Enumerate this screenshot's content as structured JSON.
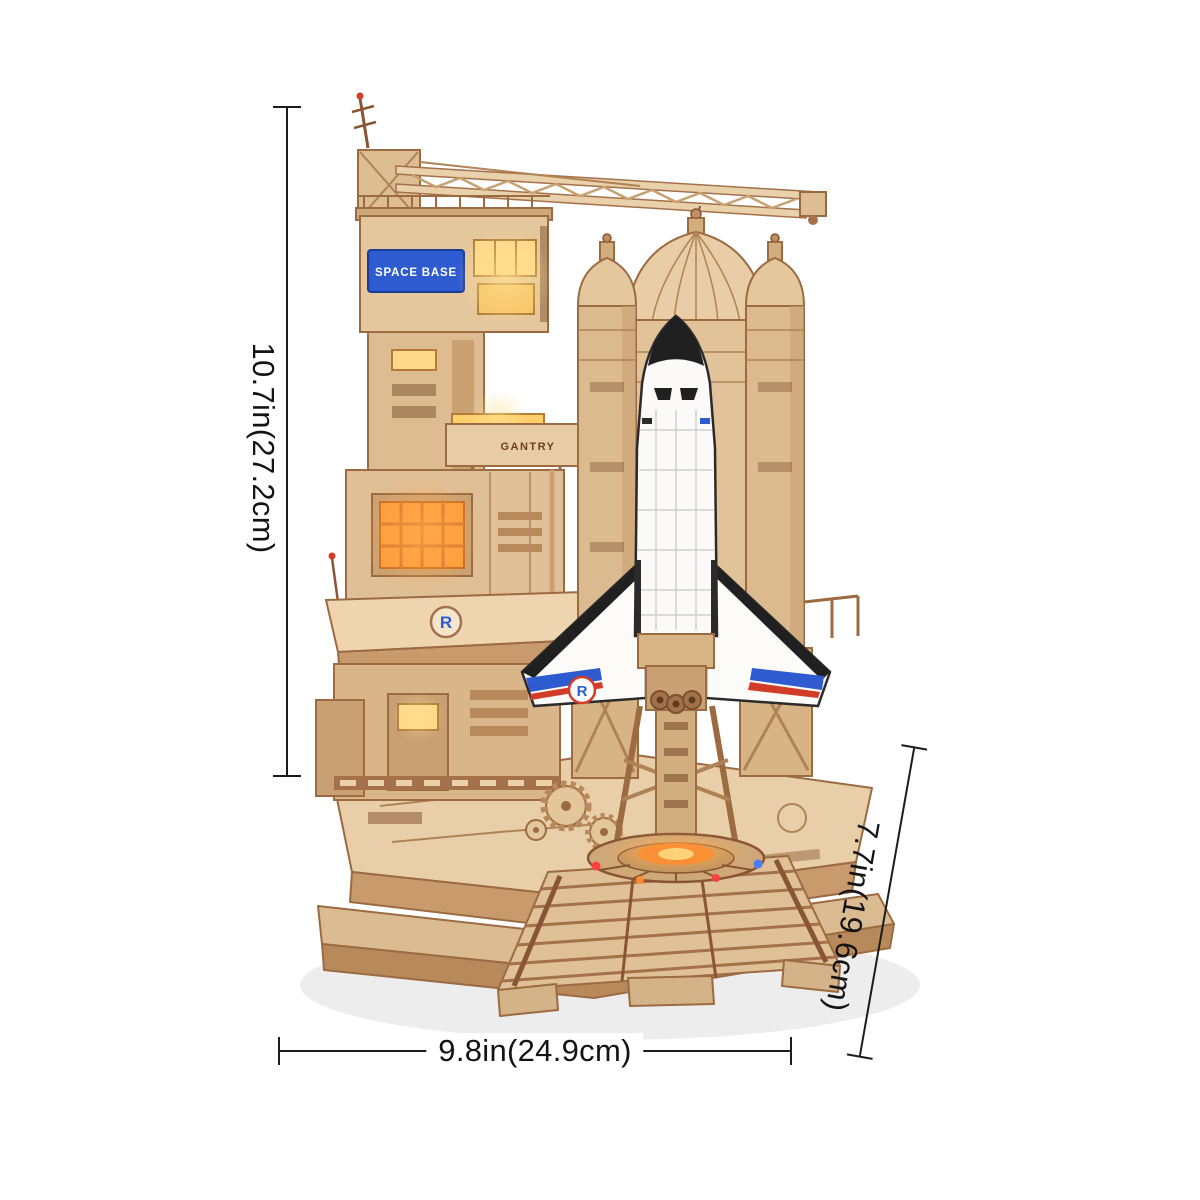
{
  "page": {
    "background": "#ffffff"
  },
  "annotations": {
    "height": {
      "label": "10.7in(27.2cm)"
    },
    "width": {
      "label": "9.8in(24.9cm)"
    },
    "depth": {
      "label": "7.7in(19.6cm)"
    },
    "line_color": "#1c1c1c",
    "text_color": "#141414"
  },
  "model": {
    "sign_text": "SPACE BASE",
    "gantry_text": "GANTRY",
    "logo_letter": "R",
    "colors": {
      "wood_light": "#e9d1ab",
      "wood_mid": "#ddbd92",
      "wood_tan": "#d2ad7e",
      "wood_deep": "#c09063",
      "wood_dark": "#a4714a",
      "outline_brown": "#9c6b42",
      "sign_blue": "#2f5bd0",
      "logo_red": "#d43c2a",
      "shuttle_white": "#fbfaf8",
      "shuttle_black": "#202020",
      "led_amber_glow": "#ff9d3a",
      "led_warm_glow": "#ffd98a"
    }
  }
}
